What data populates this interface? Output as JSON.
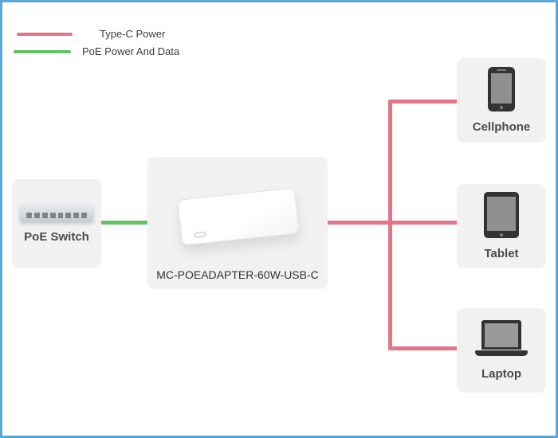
{
  "colors": {
    "frame_blue": "#57a7d9",
    "typec_red": "#e2758a",
    "poe_green": "#67c167",
    "node_gray": "#f1f1f1",
    "icon_dark": "#333333",
    "label_dark": "#4a4a4a"
  },
  "legend": {
    "typec": {
      "label": "Type-C Power",
      "color": "#e2758a"
    },
    "poe": {
      "label": "PoE Power And Data",
      "color": "#67c167"
    }
  },
  "nodes": {
    "poe_switch": {
      "label": "PoE Switch",
      "icon": "network-switch-icon"
    },
    "adapter": {
      "label": "MC-POEADAPTER-60W-USB-C",
      "icon": "poe-adapter-device-icon"
    },
    "cellphone": {
      "label": "Cellphone",
      "icon": "cellphone-icon"
    },
    "tablet": {
      "label": "Tablet",
      "icon": "tablet-icon"
    },
    "laptop": {
      "label": "Laptop",
      "icon": "laptop-icon"
    }
  },
  "connections": [
    {
      "from": "PoE Switch",
      "to": "MC-POEADAPTER-60W-USB-C",
      "type": "PoE Power And Data"
    },
    {
      "from": "MC-POEADAPTER-60W-USB-C",
      "to": "Cellphone",
      "type": "Type-C Power"
    },
    {
      "from": "MC-POEADAPTER-60W-USB-C",
      "to": "Tablet",
      "type": "Type-C Power"
    },
    {
      "from": "MC-POEADAPTER-60W-USB-C",
      "to": "Laptop",
      "type": "Type-C Power"
    }
  ]
}
